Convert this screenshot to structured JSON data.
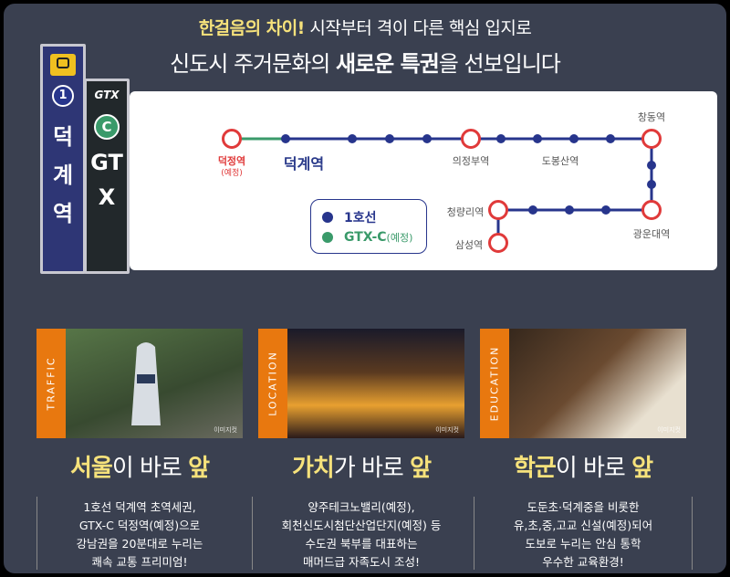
{
  "header": {
    "line1_a": "한걸음의 차이!",
    "line1_b": " 시작부터 격이 다른 핵심 입지로",
    "line2_a": "신도시 주거문화의 ",
    "line2_b": "새로운 특권",
    "line2_c": "을 선보입니다"
  },
  "pillars": {
    "line1_number": "1",
    "line1_name": "덕계역",
    "gtx_logo": "GTX",
    "gtx_mark": "C",
    "gtx_name": "GTX"
  },
  "map": {
    "stations": {
      "deokjeong": "덕정역",
      "deokjeong_sub": "(예정)",
      "deokgye": "덕계역",
      "uijeongbu": "의정부역",
      "dobongsan": "도봉산역",
      "changdong": "창동역",
      "cheongnyangni": "청량리역",
      "gwangun": "광운대역",
      "samseong": "삼성역"
    },
    "legend": {
      "line1": "1호선",
      "gtx_c": "GTX-C",
      "gtx_c_sub": "(예정)"
    },
    "colors": {
      "line1": "#27358c",
      "gtx_c": "#3a9a6a",
      "station_ring": "#f0a020"
    }
  },
  "cards": [
    {
      "tab": "TRAFFIC",
      "watermark": "이미지컷",
      "title_hl": "서울",
      "title_rest": "이 바로 ",
      "title_end": "앞",
      "desc": [
        "1호선 덕계역 초역세권,",
        "GTX-C 덕정역(예정)으로",
        "강남권을 20분대로 누리는",
        "쾌속 교통 프리미엄!"
      ]
    },
    {
      "tab": "LOCATION",
      "watermark": "이미지컷",
      "title_hl": "가치",
      "title_rest": "가 바로 ",
      "title_end": "앞",
      "desc": [
        "양주테크노밸리(예정),",
        "회천신도시첨단산업단지(예정) 등",
        "수도권 북부를 대표하는",
        "매머드급 자족도시 조성!"
      ]
    },
    {
      "tab": "EDUCATION",
      "watermark": "이미지컷",
      "title_hl": "학군",
      "title_rest": "이 바로 ",
      "title_end": "앞",
      "desc": [
        "도둔초·덕계중을 비롯한",
        "유,초,중,고교 신설(예정)되어",
        "도보로 누리는 안심 통학",
        "우수한 교육환경!"
      ]
    }
  ]
}
